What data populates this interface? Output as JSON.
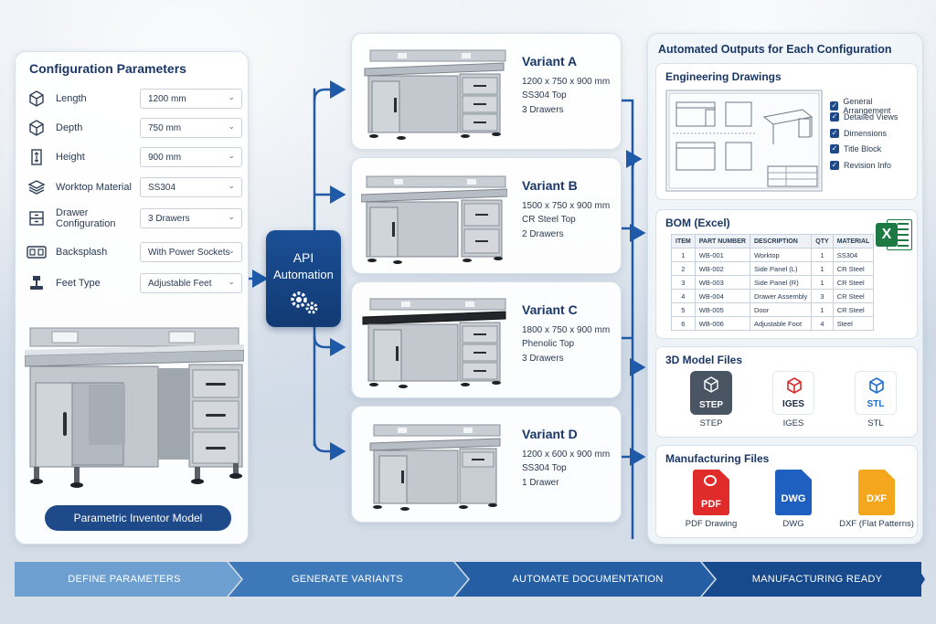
{
  "config": {
    "title": "Configuration Parameters",
    "params": [
      {
        "label": "Length",
        "value": "1200 mm",
        "icon": "cube-icon"
      },
      {
        "label": "Depth",
        "value": "750 mm",
        "icon": "cube-icon"
      },
      {
        "label": "Height",
        "value": "900 mm",
        "icon": "height-icon"
      },
      {
        "label": "Worktop Material",
        "value": "SS304",
        "icon": "layers-icon"
      },
      {
        "label": "Drawer Configuration",
        "value": "3 Drawers",
        "icon": "drawer-icon"
      },
      {
        "label": "Backsplash",
        "value": "With Power Sockets",
        "icon": "socket-icon"
      },
      {
        "label": "Feet Type",
        "value": "Adjustable Feet",
        "icon": "foot-icon"
      }
    ],
    "model_button": "Parametric Inventor Model"
  },
  "api": {
    "line1": "API",
    "line2": "Automation",
    "icon": "gears-icon"
  },
  "variants": [
    {
      "name": "Variant A",
      "dims": "1200 x 750 x 900 mm",
      "top": "SS304 Top",
      "drawers": "3 Drawers"
    },
    {
      "name": "Variant B",
      "dims": "1500 x 750 x 900 mm",
      "top": "CR Steel Top",
      "drawers": "2 Drawers"
    },
    {
      "name": "Variant C",
      "dims": "1800 x 750 x 900 mm",
      "top": "Phenolic Top",
      "drawers": "3 Drawers"
    },
    {
      "name": "Variant D",
      "dims": "1200 x 600 x 900 mm",
      "top": "SS304 Top",
      "drawers": "1 Drawer"
    }
  ],
  "outputs": {
    "title": "Automated Outputs for Each Configuration",
    "drawings": {
      "title": "Engineering Drawings",
      "items": [
        "General Arrangement",
        "Detailed Views",
        "Dimensions",
        "Title Block",
        "Revision Info"
      ]
    },
    "bom": {
      "title": "BOM (Excel)",
      "headers": [
        "ITEM",
        "PART NUMBER",
        "DESCRIPTION",
        "QTY",
        "MATERIAL"
      ],
      "rows": [
        [
          "1",
          "WB-001",
          "Worktop",
          "1",
          "SS304"
        ],
        [
          "2",
          "WB-002",
          "Side Panel (L)",
          "1",
          "CR Steel"
        ],
        [
          "3",
          "WB-003",
          "Side Panel (R)",
          "1",
          "CR Steel"
        ],
        [
          "4",
          "WB-004",
          "Drawer Assembly",
          "3",
          "CR Steel"
        ],
        [
          "5",
          "WB-005",
          "Door",
          "1",
          "CR Steel"
        ],
        [
          "6",
          "WB-006",
          "Adjustable Foot",
          "4",
          "Steel"
        ]
      ],
      "excel_icon": "X"
    },
    "model_files": {
      "title": "3D Model Files",
      "files": [
        {
          "badge": "STEP",
          "label": "STEP",
          "color": "#4a5563"
        },
        {
          "badge": "IGES",
          "label": "IGES",
          "color": "#d62b2b"
        },
        {
          "badge": "STL",
          "label": "STL",
          "color": "#1e6fd0"
        }
      ]
    },
    "mfg_files": {
      "title": "Manufacturing Files",
      "files": [
        {
          "badge": "PDF",
          "label": "PDF Drawing",
          "color": "#e02b2b"
        },
        {
          "badge": "DWG",
          "label": "DWG",
          "color": "#1e5fc0"
        },
        {
          "badge": "DXF",
          "label": "DXF (Flat Patterns)",
          "color": "#f4a61c"
        }
      ]
    }
  },
  "flow": [
    "DEFINE PARAMETERS",
    "GENERATE VARIANTS",
    "AUTOMATE DOCUMENTATION",
    "MANUFACTURING READY"
  ]
}
